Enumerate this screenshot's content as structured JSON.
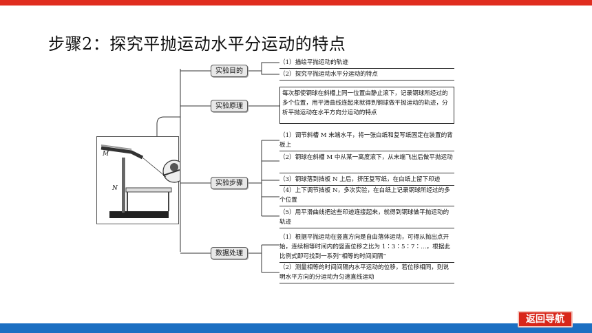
{
  "page_title": "步骤2：探究平抛运动水平分运动的特点",
  "apparatus_labels": {
    "m": "M",
    "n": "N"
  },
  "categories": [
    {
      "label": "实验目的",
      "items": [
        "（1）描绘平抛运动的轨迹",
        "（2）探究平抛运动水平分运动的特点"
      ]
    },
    {
      "label": "实验原理",
      "items": [
        "每次都使钢球在斜槽上同一位置由静止滚下，记录钢球所经过的多个位置，用平滑曲线连起来就得到钢球做平抛运动的轨迹，分析平抛运动在水平方向分运动的特点"
      ]
    },
    {
      "label": "实验步骤",
      "items": [
        "（1）调节斜槽 M 末端水平，将一张白纸和复写纸固定在装置的背板上",
        "（2）钢球在斜槽 M 中从某一高度滚下，从末端飞出后做平抛运动",
        "（3）钢球落到挡板 N 上后，挤压复写纸，在白纸上留下印迹",
        "（4）上下调节挡板 N，多次实验，在白纸上记录钢球所经过的多个位置",
        "（5）用平滑曲线把这些印迹连接起来，就得到钢球做平抛运动的轨迹"
      ]
    },
    {
      "label": "数据处理",
      "items": [
        "（1）根据平抛运动在竖直方向是自由落体运动，可得从抛出点开始，连续相等时间内的竖直位移之比为 1∶3∶5∶7∶…，根据此比例式即可找到一系列“相等的时间间隔”",
        "（2）测量相等的时间间隔内水平运动的位移，若位移相同，则说明水平方向的分运动为匀速直线运动"
      ]
    }
  ],
  "nav": {
    "back_label": "返回导航"
  },
  "colors": {
    "top_bar": "#e02d1f",
    "bottom_bar": "#1c6fc2",
    "button": "#d8261a"
  }
}
